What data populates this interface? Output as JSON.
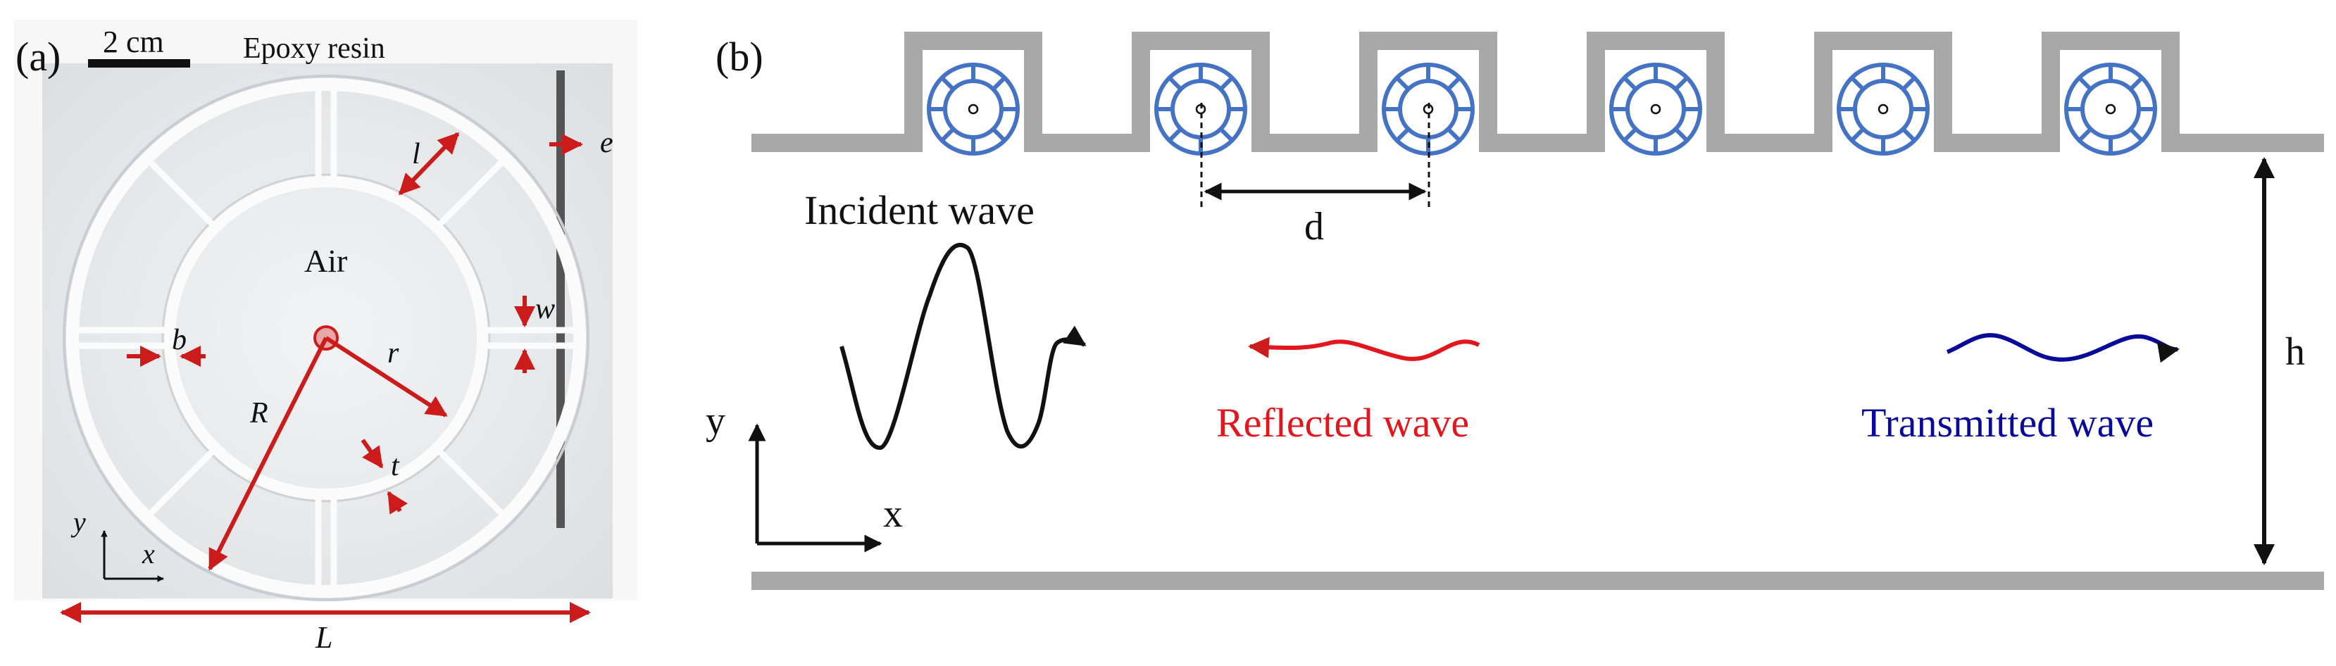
{
  "panel_a": {
    "label": "(a)",
    "scale_bar": "2 cm",
    "material": "Epoxy resin",
    "inner_medium": "Air",
    "dims": {
      "l": "l",
      "e": "e",
      "w": "w",
      "b": "b",
      "r": "r",
      "R": "R",
      "t": "t",
      "L": "L"
    },
    "axes": {
      "x": "x",
      "y": "y"
    }
  },
  "panel_b": {
    "label": "(b)",
    "incident": "Incident wave",
    "reflected": "Reflected wave",
    "transmitted": "Transmitted wave",
    "d": "d",
    "h": "h",
    "axes": {
      "x": "x",
      "y": "y"
    },
    "resonator_count": 6
  },
  "colors": {
    "red": "#e3161e",
    "dark_red": "#cc1b1b",
    "blue_wave": "#0a0a9a",
    "resonator_blue": "#4472c4",
    "waveguide_gray": "#a8a8a8",
    "photo_bg": "#eef0f2",
    "rib": "#fbfbfb"
  }
}
